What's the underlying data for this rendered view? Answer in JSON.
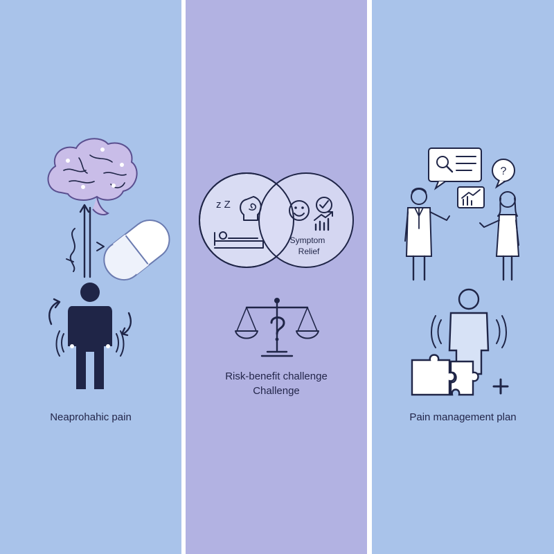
{
  "panels": [
    {
      "caption": "Neaprohahic pain",
      "icons": [
        "brain-icon",
        "nerve-signal-icon",
        "pill-capsule-icon",
        "person-icon",
        "rotation-arrows-icon"
      ]
    },
    {
      "caption_line1": "Risk-benefit challenge",
      "caption_line2": "Challenge",
      "venn_left_label": "z Z",
      "venn_right_label_line1": "Symptom",
      "venn_right_label_line2": "Relief",
      "icons": [
        "venn-diagram-icon",
        "sleep-icon",
        "bed-icon",
        "smiley-icon",
        "check-icon",
        "growth-chart-icon",
        "balance-scale-icon",
        "question-mark-icon"
      ]
    },
    {
      "caption": "Pain management plan",
      "question_glyph": "?",
      "icons": [
        "doctor-icon",
        "patient-icon",
        "search-speech-bubble-icon",
        "question-bubble-icon",
        "chart-bubble-icon",
        "person-icon",
        "puzzle-icon",
        "plus-icon"
      ]
    }
  ],
  "colors": {
    "panel_blue": "#a9c3ea",
    "panel_lavender": "#b2b2e2",
    "ink": "#1f2547",
    "brain": "#c9bde8"
  }
}
